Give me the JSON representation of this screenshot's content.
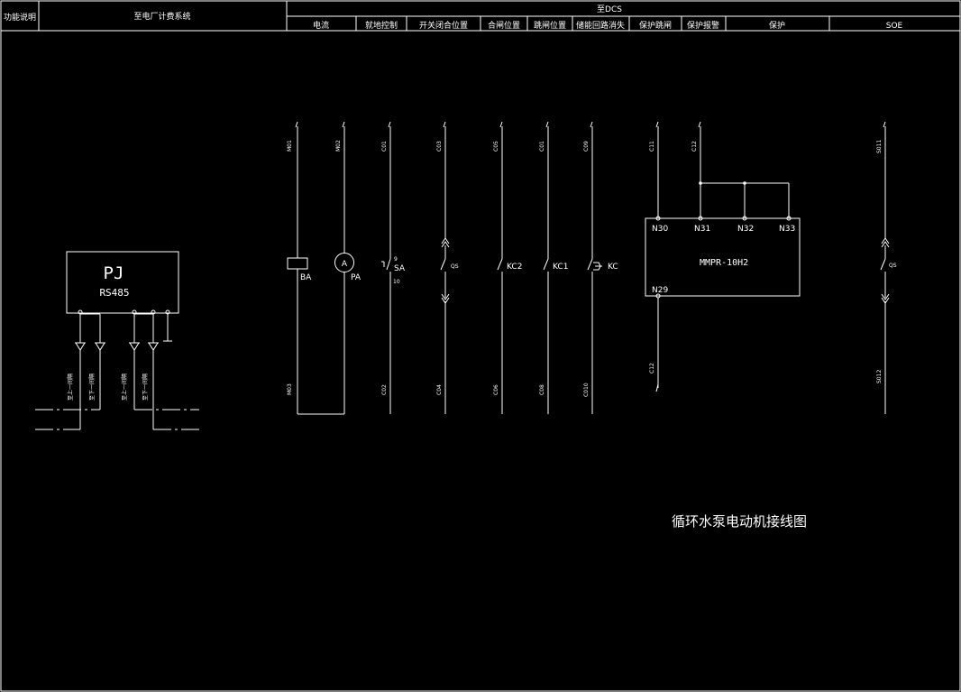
{
  "header": {
    "function_label": "功能说明",
    "plant_system": "至电厂计费系统",
    "to_dcs": "至DCS",
    "columns": [
      "电流",
      "就地控制",
      "开关闭合位置",
      "合闸位置",
      "跳闸位置",
      "储能回路消失",
      "保护跳闸",
      "保护报警",
      "保护",
      "SOE"
    ]
  },
  "wire_labels": {
    "top": [
      "M01",
      "M02",
      "C01",
      "C03",
      "C05",
      "C01",
      "C09",
      "C11",
      "C12",
      "S011"
    ],
    "bottom": [
      "M03",
      "C02",
      "C04",
      "C06",
      "C08",
      "C010",
      "C12",
      "S012"
    ]
  },
  "components": {
    "ba": "BA",
    "pa": "PA",
    "ammeter": "A",
    "sa": "SA",
    "sa_pin_top": "9",
    "sa_pin_bottom": "10",
    "qs": "QS",
    "kc2": "KC2",
    "kc1": "KC1",
    "kc": "KC"
  },
  "relay": {
    "model": "MMPR-10H2",
    "terminals": [
      "N30",
      "N31",
      "N32",
      "N33",
      "N29"
    ]
  },
  "meter": {
    "name": "PJ",
    "protocol": "RS485",
    "links": [
      "至上一间隔",
      "至下一间隔",
      "至上一间隔",
      "至下一间隔"
    ]
  },
  "title": "循环水泵电动机接线图"
}
